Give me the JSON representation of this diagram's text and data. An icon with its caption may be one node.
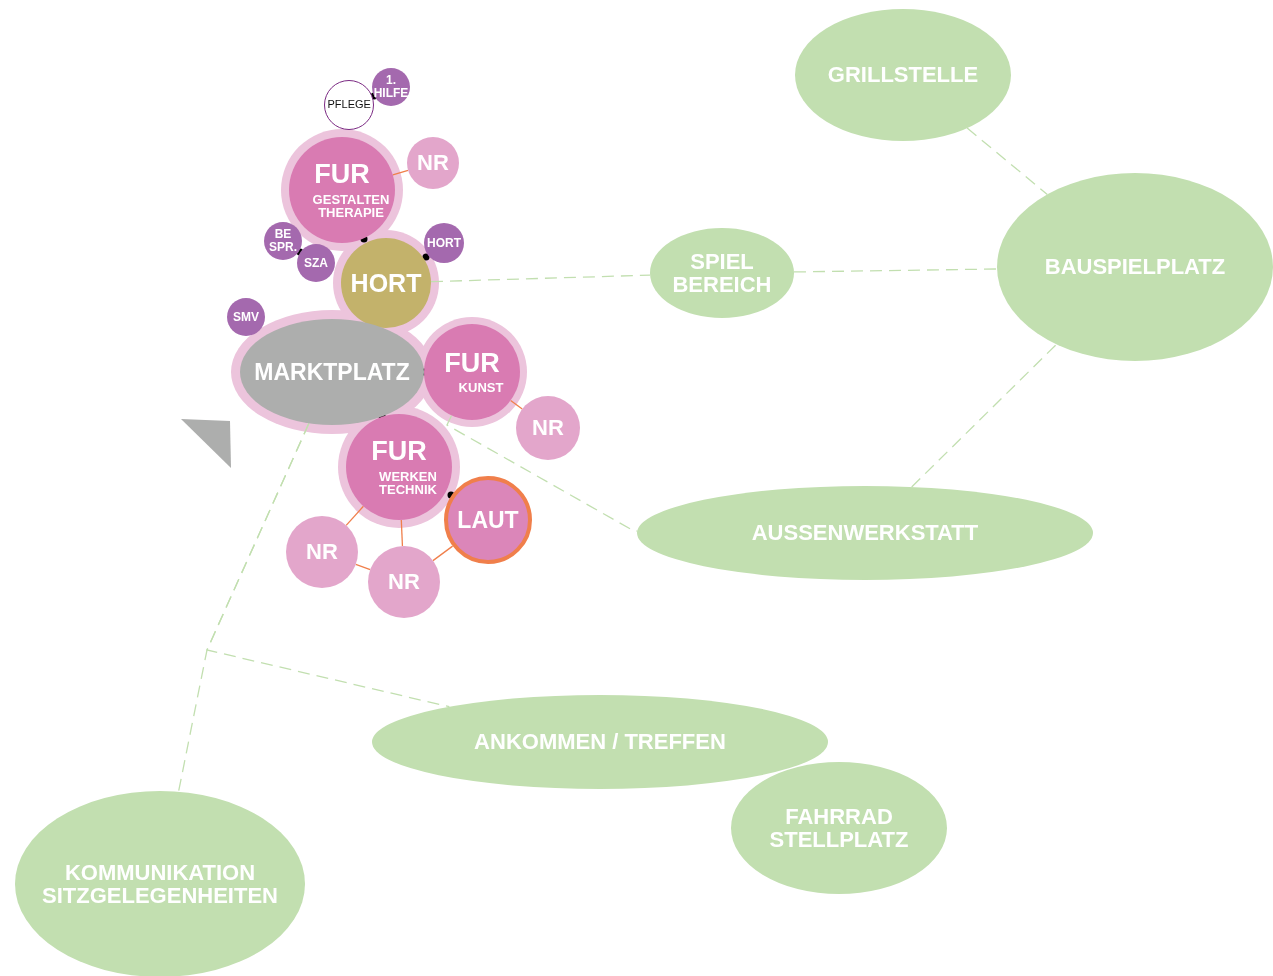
{
  "diagram": {
    "nodes": [
      {
        "text": [
          "PFLEGE"
        ]
      },
      {
        "text": [
          "1. HILFE"
        ]
      },
      {
        "text": [
          "FUR",
          "GESTALTEN THERAPIE"
        ]
      },
      {
        "text": [
          "NR"
        ]
      },
      {
        "text": [
          "BE SPR."
        ]
      },
      {
        "text": [
          "SZA"
        ]
      },
      {
        "text": [
          "HORT"
        ]
      },
      {
        "text": [
          "HORT"
        ]
      },
      {
        "text": [
          "SMV"
        ]
      },
      {
        "text": [
          "MARKTPLATZ"
        ]
      },
      {
        "text": [
          "FUR",
          "KUNST"
        ]
      },
      {
        "text": [
          "NR"
        ]
      },
      {
        "text": [
          "FUR",
          "WERKEN TECHNIK"
        ]
      },
      {
        "text": [
          "LAUT"
        ]
      },
      {
        "text": [
          "NR"
        ]
      },
      {
        "text": [
          "NR"
        ]
      },
      {
        "text": [
          "GRILLSTELLE"
        ]
      },
      {
        "text": [
          "SPIEL BEREICH"
        ]
      },
      {
        "text": [
          "BAUSPIELPLATZ"
        ]
      },
      {
        "text": [
          "AUSSENWERKSTATT"
        ]
      },
      {
        "text": [
          "ANKOMMEN / TREFFEN"
        ]
      },
      {
        "text": [
          "FAHRRAD STELLPLATZ"
        ]
      },
      {
        "text": [
          "KOMMUNIKATION SITZGELEGENHEITEN"
        ]
      }
    ],
    "edges": [
      {
        "from": 2,
        "to": 3,
        "arrow": "none",
        "color": "#f07f4b"
      },
      {
        "from": 10,
        "to": 11,
        "arrow": "none",
        "color": "#f07f4b"
      },
      {
        "from": 12,
        "to": 14,
        "arrow": "none",
        "color": "#f07f4b"
      },
      {
        "from": 12,
        "to": 15,
        "arrow": "none",
        "color": "#f07f4b"
      },
      {
        "from": 14,
        "to": 15,
        "arrow": "none",
        "color": "#f07f4b"
      },
      {
        "from": 15,
        "to": 13,
        "arrow": "none",
        "color": "#f07f4b"
      },
      {
        "from": 6,
        "to": 17,
        "arrow": "none",
        "style": "dashed"
      },
      {
        "from": 17,
        "to": 18,
        "arrow": "none",
        "style": "dashed"
      },
      {
        "from": 16,
        "to": 18,
        "arrow": "none",
        "style": "dashed"
      },
      {
        "from": 19,
        "to": 18,
        "arrow": "none",
        "style": "dashed"
      },
      {
        "from": 10,
        "to": 19,
        "arrow": "none",
        "style": "dashed"
      },
      {
        "from": 9,
        "to": 22,
        "arrow": "none",
        "style": "dashed"
      },
      {
        "from": 9,
        "to": 20,
        "arrow": "none",
        "style": "dashed"
      }
    ]
  }
}
